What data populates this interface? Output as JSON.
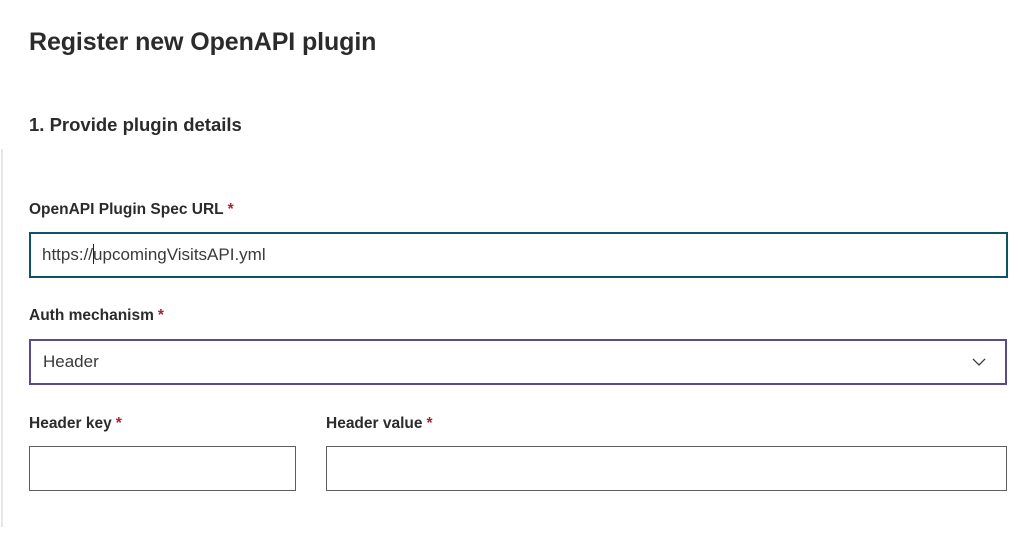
{
  "page": {
    "title": "Register new OpenAPI plugin",
    "section_title": "1. Provide plugin details"
  },
  "form": {
    "url_field": {
      "label": "OpenAPI Plugin Spec URL",
      "required_marker": "*",
      "value": "https://upcomingVisitsAPI.yml",
      "value_before_caret": "https://",
      "value_after_caret": "upcomingVisitsAPI.yml",
      "focused": true,
      "border_color": "#0c5460"
    },
    "auth_mechanism": {
      "label": "Auth mechanism",
      "required_marker": "*",
      "selected": "Header",
      "icon": "chevron-down-icon",
      "border_color": "#5b4a8a"
    },
    "header_key": {
      "label": "Header key",
      "required_marker": "*",
      "value": "",
      "placeholder": ""
    },
    "header_value": {
      "label": "Header value",
      "required_marker": "*",
      "value": "",
      "placeholder": ""
    }
  },
  "colors": {
    "required_asterisk": "#a4262c",
    "text_primary": "#2b2b2b",
    "text_input": "#3b3a39",
    "field_border_default": "#605e5c",
    "rule": "#e7e7e7"
  }
}
